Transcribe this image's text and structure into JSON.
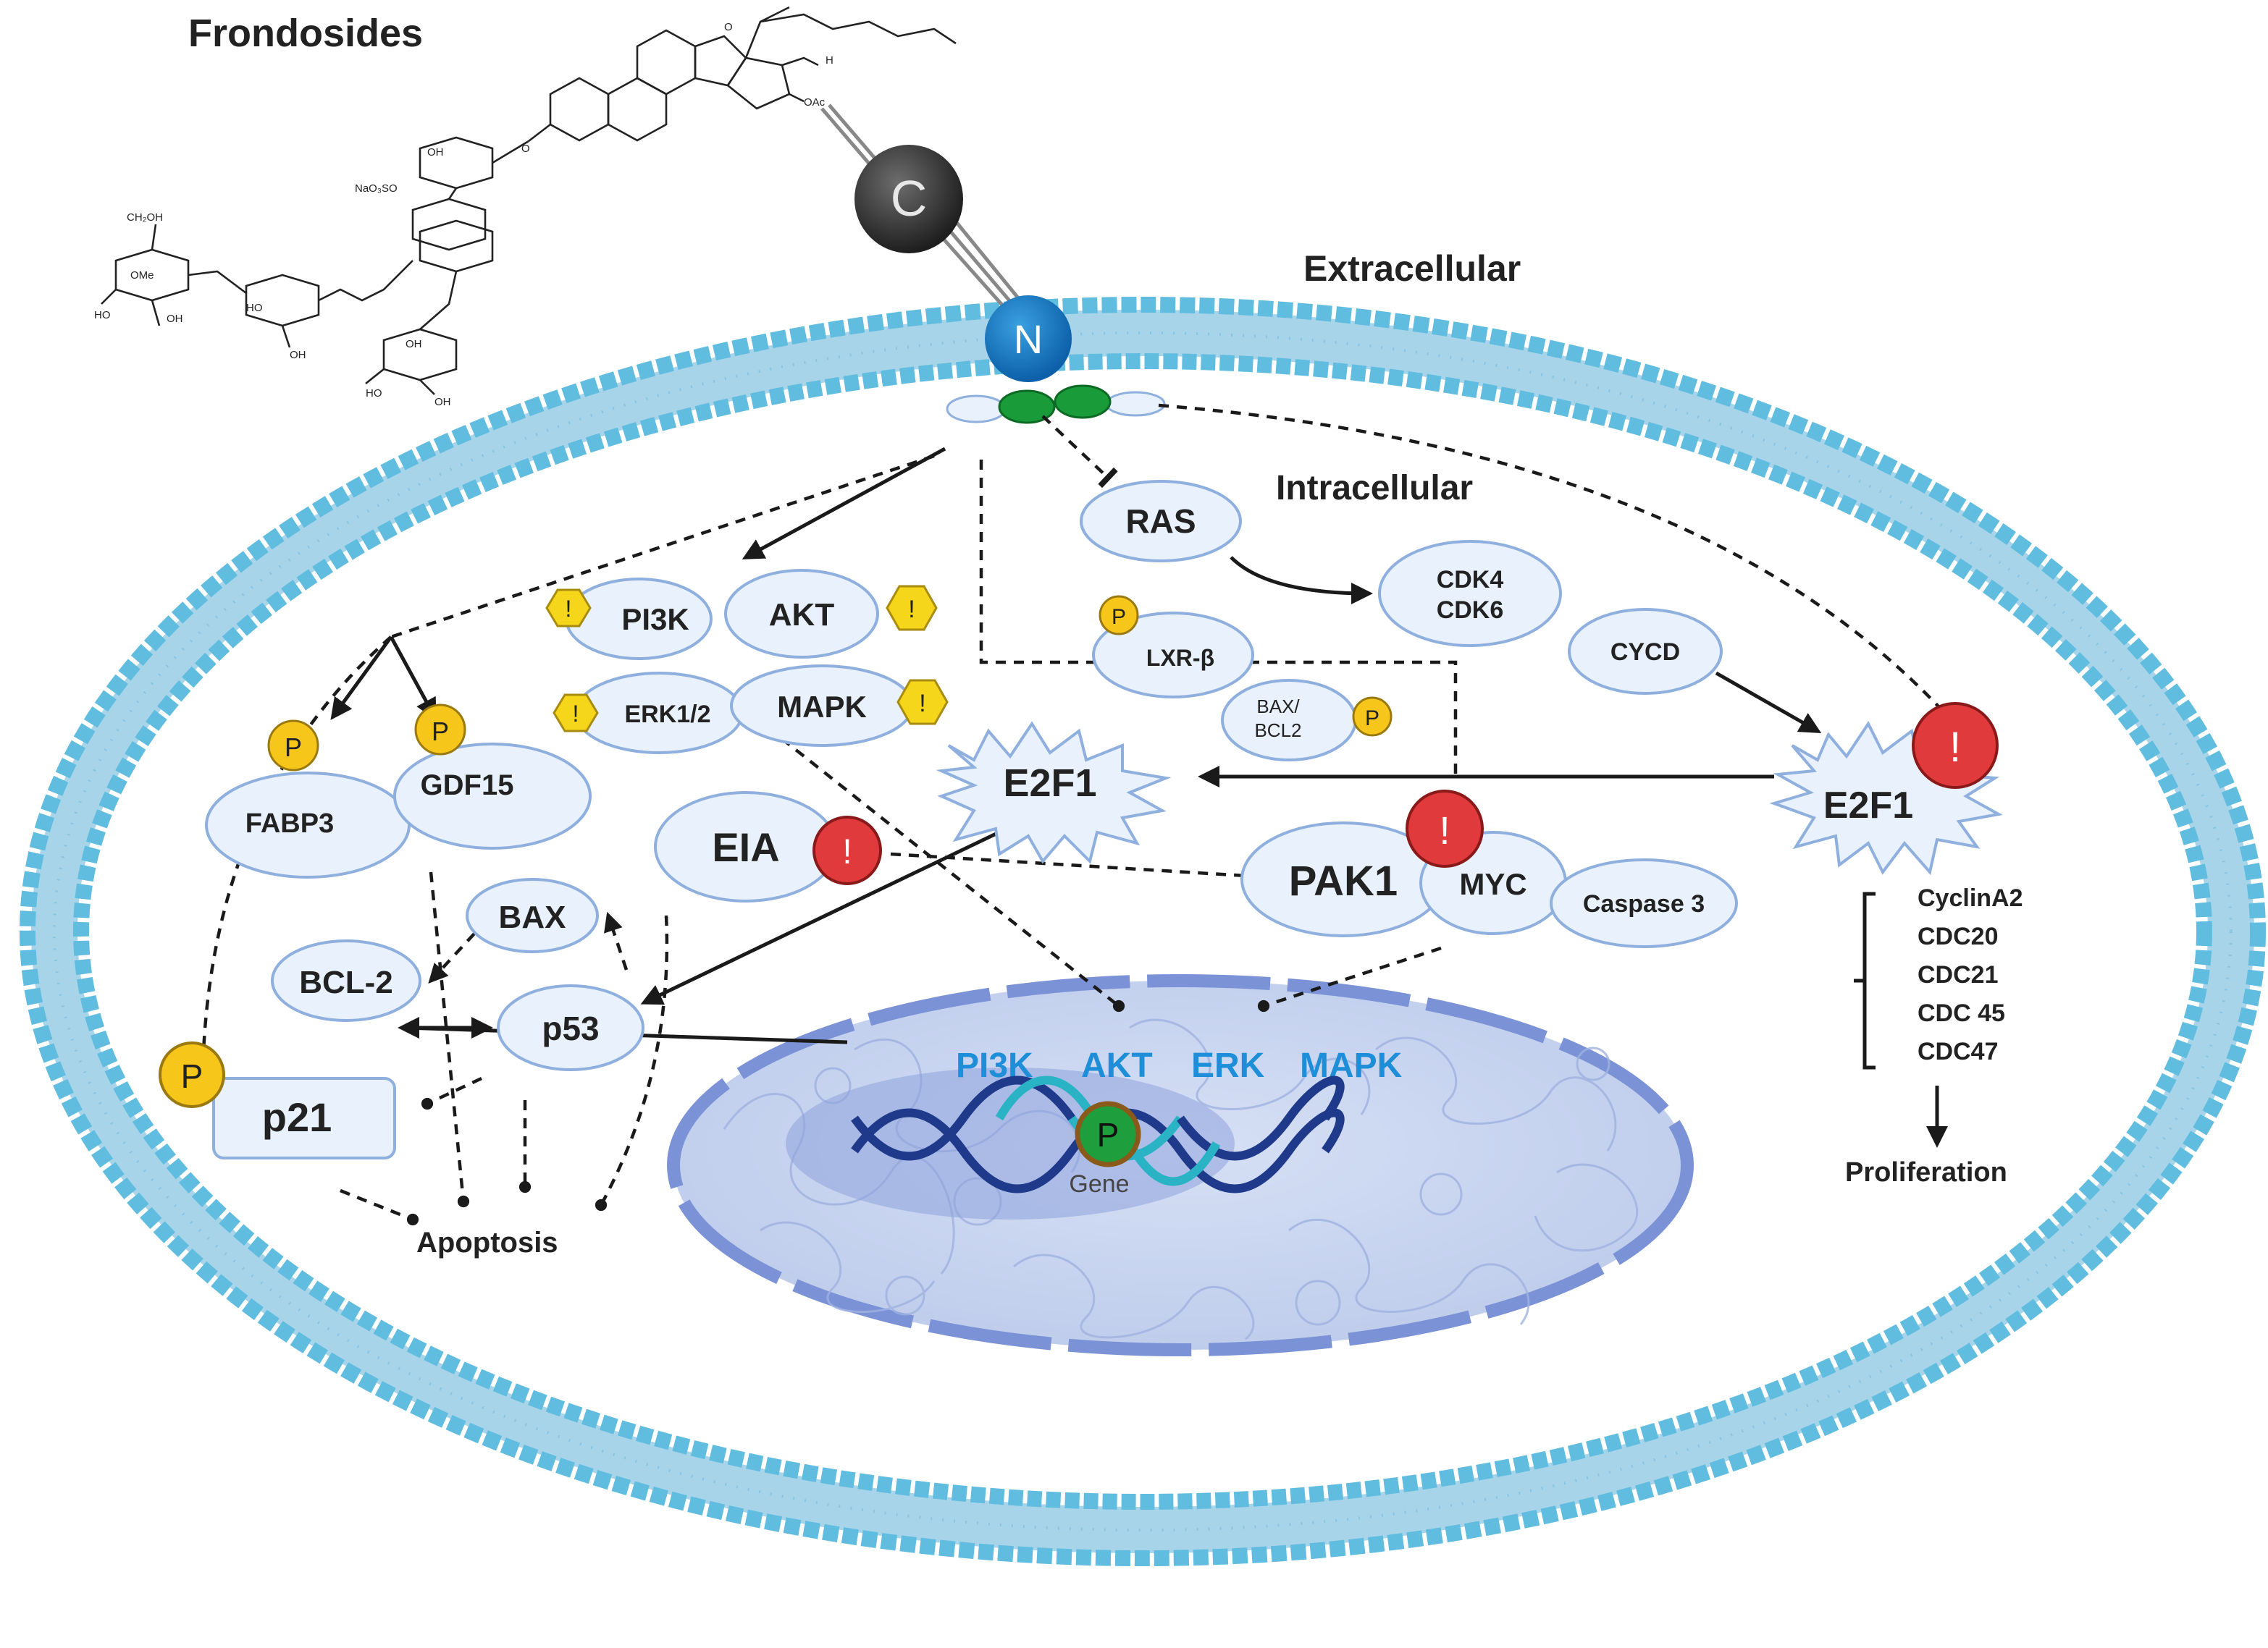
{
  "labels": {
    "frondosides": "Frondosides",
    "extracellular": "Extracellular",
    "intracellular": "Intracellular",
    "apoptosis": "Apoptosis",
    "proliferation": "Proliferation",
    "gene": "Gene"
  },
  "receptor": {
    "c_glyph": "C",
    "n_glyph": "N"
  },
  "proteins": {
    "ras": "RAS",
    "cdk4": "CDK4",
    "cdk6": "CDK6",
    "cycd": "CYCD",
    "e2f1_right": "E2F1",
    "e2f1_center": "E2F1",
    "pi3k": "PI3K",
    "akt": "AKT",
    "erk12": "ERK1/2",
    "mapk": "MAPK",
    "lxr": "LXR-β",
    "bax_bcl2_line1": "BAX/",
    "bax_bcl2_line2": "BCL2",
    "fabp3": "FABP3",
    "gdf15": "GDF15",
    "eia": "EIA",
    "pak1": "PAK1",
    "myc": "MYC",
    "caspase3": "Caspase 3",
    "bax": "BAX",
    "bcl2": "BCL-2",
    "p53": "p53",
    "p21": "p21"
  },
  "badges": {
    "phospho": "P",
    "alert": "!"
  },
  "nucleus_genes": [
    "PI3K",
    "AKT",
    "ERK",
    "MAPK"
  ],
  "cell_cycle_genes": [
    "CyclinA2",
    "CDC20",
    "CDC21",
    "CDC 45",
    "CDC47"
  ],
  "chemistry": {
    "nao3so": "NaO₃SO",
    "oh": "OH",
    "ho": "HO",
    "ch2oh": "CH₂OH",
    "ome": "OMe",
    "h": "H",
    "o": "O",
    "oac": "OAc"
  },
  "colors": {
    "membrane_head": "#61bddf",
    "membrane_tail": "#a8d4ea",
    "node_fill": "#e9f2fc",
    "node_stroke": "#8fb0de",
    "phospho_badge": "#f6c61a",
    "alert_badge": "#e03a3c",
    "dna_dark": "#1f3a8a",
    "dna_light": "#29b3c4",
    "gene_text": "#1f8ed8",
    "nucleus": "#c6d3ef"
  }
}
